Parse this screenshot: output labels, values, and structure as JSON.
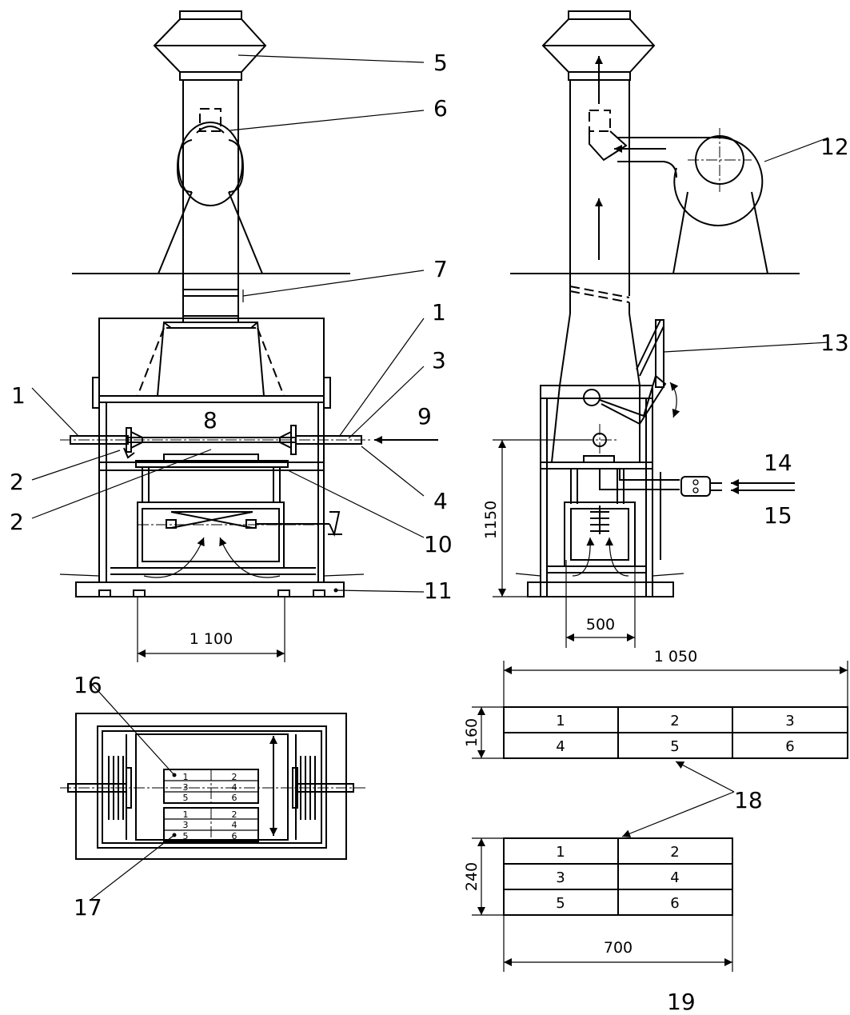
{
  "callouts": {
    "c1a": "1",
    "c1b": "1",
    "c2a": "2",
    "c2b": "2",
    "c3": "3",
    "c4": "4",
    "c5": "5",
    "c6": "6",
    "c7": "7",
    "c8": "8",
    "c9": "9",
    "c10": "10",
    "c11": "11",
    "c12": "12",
    "c13": "13",
    "c14": "14",
    "c15": "15",
    "c16": "16",
    "c17": "17",
    "c18": "18",
    "c19": "19"
  },
  "dimensions": {
    "d1100": "1 100",
    "d1150": "1150",
    "d500": "500",
    "d1050": "1 050",
    "d160": "160",
    "d240": "240",
    "d700": "700"
  },
  "table_a": [
    [
      "1",
      "2",
      "3"
    ],
    [
      "4",
      "5",
      "6"
    ]
  ],
  "table_b": [
    [
      "1",
      "2"
    ],
    [
      "3",
      "4"
    ],
    [
      "5",
      "6"
    ]
  ],
  "plan_grid_a": [
    "1",
    "2",
    "3",
    "4",
    "5",
    "6"
  ],
  "plan_grid_b": [
    "1",
    "2",
    "3",
    "4",
    "5",
    "6"
  ]
}
